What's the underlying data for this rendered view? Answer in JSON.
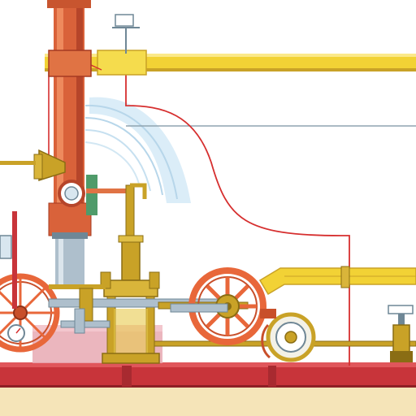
{
  "diagram": {
    "kind": "mechanical-illustration",
    "subject": "",
    "labels": [],
    "palette": {
      "background": "#ffffff",
      "column_red": "#d9623a",
      "column_shade": "#b6452a",
      "brass": "#c9a227",
      "brass_dark": "#8a6d14",
      "yellow_pipe": "#f2d235",
      "wheel_orange": "#e8673a",
      "wire_red": "#d62f2f",
      "steel": "#aebfcc",
      "steel_dark": "#6f8796",
      "steam": "#bfe0f2",
      "base_red": "#c8343a",
      "floor_cream": "#f5e4b8",
      "pink_plinth": "#e8a9b3"
    },
    "components": [
      "vertical-steam-column",
      "horizontal-yellow-pipe",
      "pressure-gauge",
      "brass-funnel-valve",
      "left-spoked-flywheel",
      "center-spoked-flywheel",
      "small-disc-wheel",
      "brass-cylinder-piston",
      "connecting-rods",
      "steam-plume",
      "red-signal-wire",
      "base-platform"
    ]
  }
}
